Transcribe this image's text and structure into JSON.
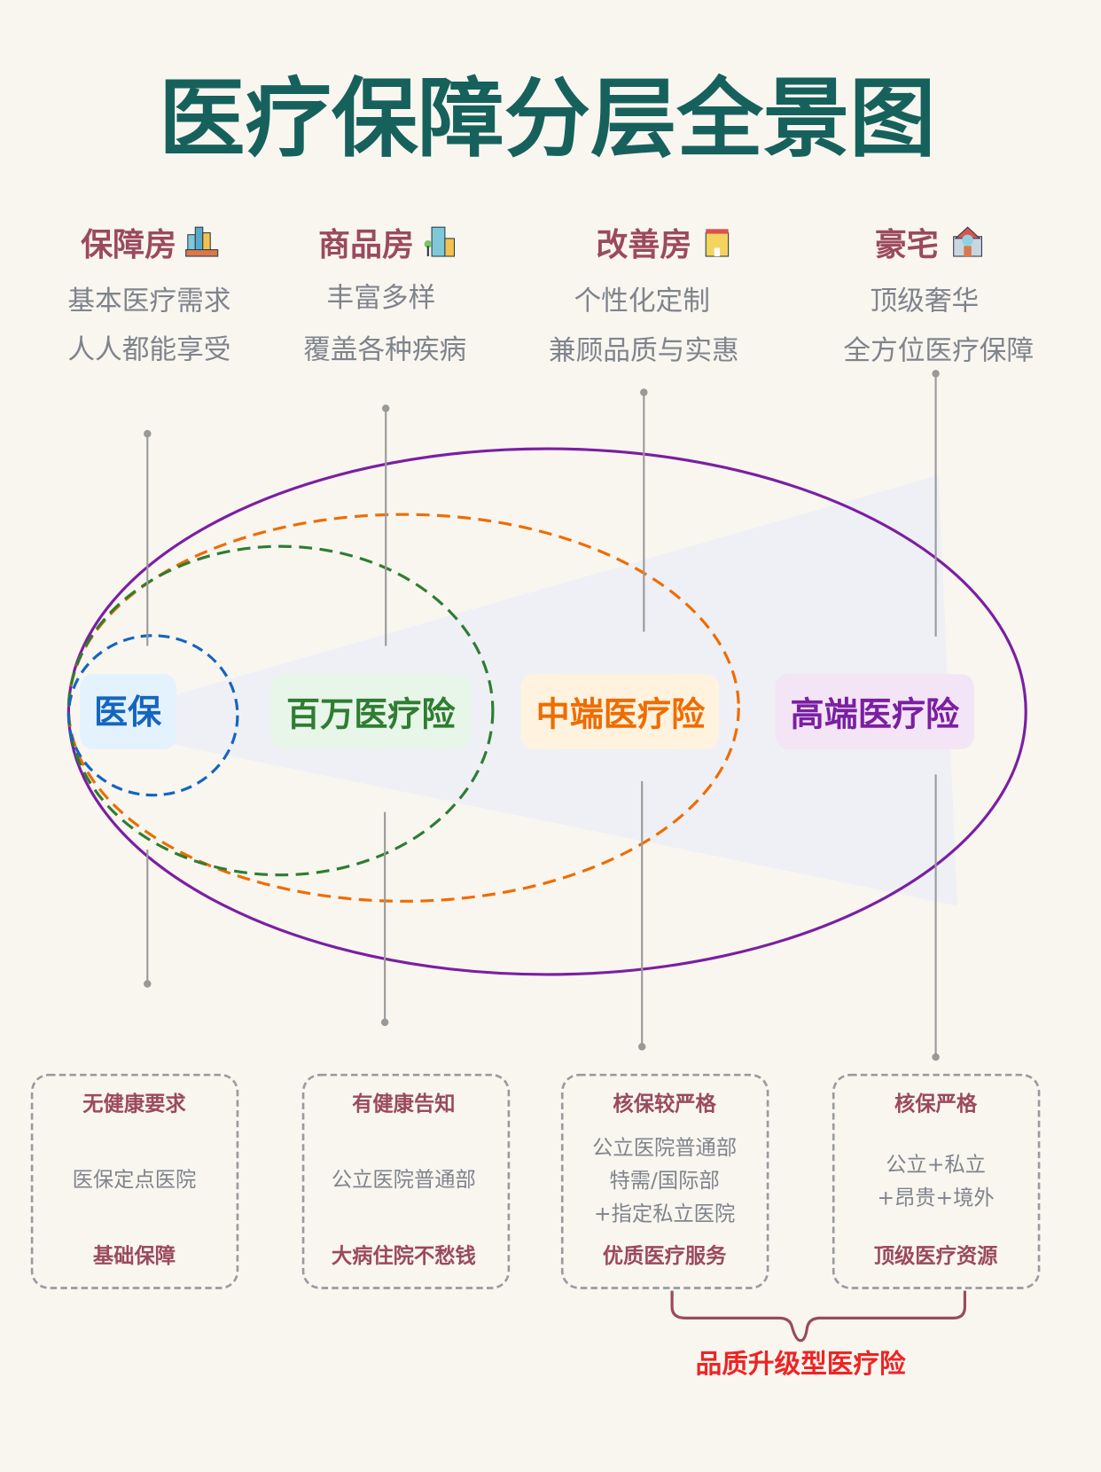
{
  "title": "医疗保障分层全景图",
  "columns": [
    {
      "heading": "保障房",
      "icon": "apartment-buildings-icon",
      "desc": [
        "基本医疗需求",
        "人人都能享受"
      ]
    },
    {
      "heading": "商品房",
      "icon": "office-building-icon",
      "desc": [
        "丰富多样",
        "覆盖各种疾病"
      ]
    },
    {
      "heading": "改善房",
      "icon": "townhouse-icon",
      "desc": [
        "个性化定制",
        "兼顾品质与实惠"
      ]
    },
    {
      "heading": "豪宅",
      "icon": "mansion-icon",
      "desc": [
        "顶级奢华",
        "全方位医疗保障"
      ]
    }
  ],
  "layers": [
    {
      "label": "医保",
      "color": "#1565c0",
      "bg": "#e3f2fd"
    },
    {
      "label": "百万医疗险",
      "color": "#2e7d32",
      "bg": "#e8f5e9"
    },
    {
      "label": "中端医疗险",
      "color": "#ef6c00",
      "bg": "#fff3e0"
    },
    {
      "label": "高端医疗险",
      "color": "#7b1fa2",
      "bg": "#f3e5f5"
    }
  ],
  "cards": [
    {
      "requirement": "无健康要求",
      "hospitals": [
        "医保定点医院"
      ],
      "benefit": "基础保障"
    },
    {
      "requirement": "有健康告知",
      "hospitals": [
        "公立医院普通部"
      ],
      "benefit": "大病住院不愁钱"
    },
    {
      "requirement": "核保较严格",
      "hospitals": [
        "公立医院普通部",
        "特需/国际部",
        "+指定私立医院"
      ],
      "benefit": "优质医疗服务"
    },
    {
      "requirement": "核保严格",
      "hospitals": [
        "公立+私立",
        "+昂贵+境外"
      ],
      "benefit": "顶级医疗资源"
    }
  ],
  "group_label": "品质升级型医疗险"
}
